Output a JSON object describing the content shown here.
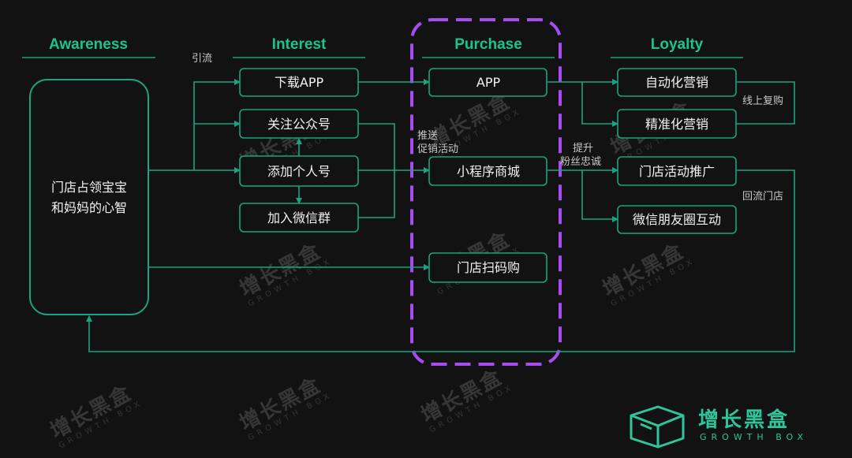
{
  "stages": {
    "awareness": "Awareness",
    "interest": "Interest",
    "purchase": "Purchase",
    "loyalty": "Loyalty"
  },
  "awareness_box": {
    "line1": "门店占领宝宝",
    "line2": "和妈妈的心智"
  },
  "interest_items": [
    "下载APP",
    "关注公众号",
    "添加个人号",
    "加入微信群"
  ],
  "purchase_items": [
    "APP",
    "小程序商城",
    "门店扫码购"
  ],
  "loyalty_items": [
    "自动化营销",
    "精准化营销",
    "门店活动推广",
    "微信朋友圈互动"
  ],
  "notes": {
    "traffic": "引流",
    "push_line1": "推送",
    "push_line2": "促销活动",
    "boost_line1": "提升",
    "boost_line2": "粉丝忠诚",
    "online_repurchase": "线上复购",
    "return_store": "回流门店"
  },
  "watermark": {
    "cn": "增长黑盒",
    "en": "GROWTH BOX"
  },
  "logo": {
    "cn": "增长黑盒",
    "en": "GROWTH BOX"
  },
  "colors": {
    "line": "#1aa37e",
    "heading": "#19c58f",
    "highlight": "#a64cf0",
    "background": "#121212"
  }
}
